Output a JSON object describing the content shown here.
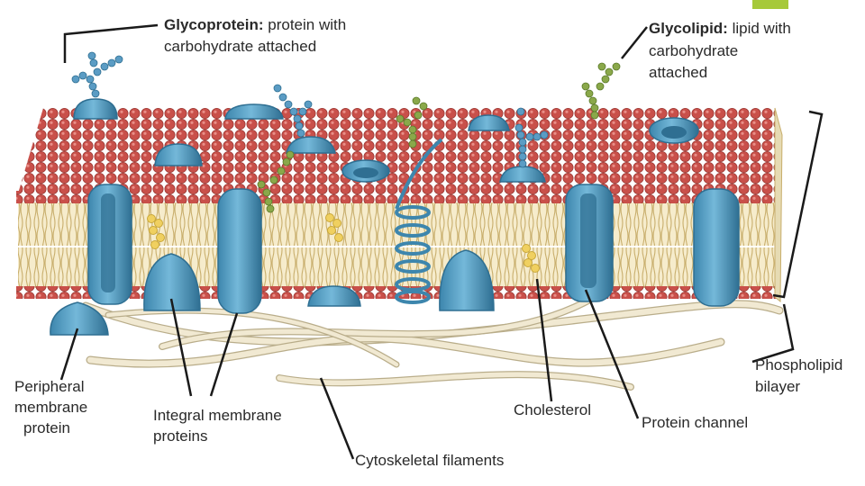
{
  "labels": {
    "glycoprotein_term": "Glycoprotein:",
    "glycoprotein_desc_1": "protein with",
    "glycoprotein_desc_2": "carbohydrate attached",
    "glycolipid_term": "Glycolipid:",
    "glycolipid_desc_1": "lipid with",
    "glycolipid_desc_2": "carbohydrate",
    "glycolipid_desc_3": "attached",
    "peripheral_1": "Peripheral",
    "peripheral_2": "membrane",
    "peripheral_3": "protein",
    "integral_1": "Integral membrane",
    "integral_2": "proteins",
    "cytoskeletal": "Cytoskeletal filaments",
    "cholesterol": "Cholesterol",
    "protein_channel": "Protein channel",
    "phospholipid_1": "Phospholipid",
    "phospholipid_2": "bilayer"
  },
  "colors": {
    "lipid_head": "#c9504a",
    "lipid_head_dark": "#9e3a35",
    "lipid_tail": "#e8d49a",
    "protein": "#5aa3c8",
    "protein_dark": "#2f6f92",
    "glycan_blue": "#5b9cc4",
    "glycan_green": "#8aa84a",
    "cholesterol": "#f0d060",
    "filament": "#efe6cc",
    "accent": "#a6c93a"
  }
}
